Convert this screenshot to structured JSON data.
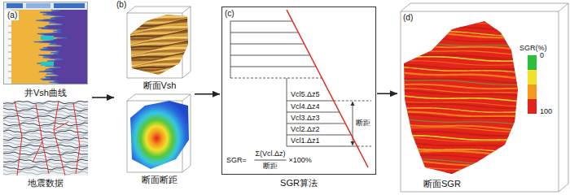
{
  "diagram": {
    "nodes": [
      {
        "text": [
          "(a)"
        ]
      },
      {
        "text": [
          "井Vsh曲线"
        ],
        "in": 0
      },
      {
        "text": [
          "地震数据"
        ],
        "in": 0
      },
      {
        "text": [
          "(b)"
        ]
      },
      {
        "text": [
          "断面Vsh"
        ],
        "in": 3
      },
      {
        "text": [
          "断面断距"
        ],
        "in": 3
      },
      {
        "text": [
          "(c)",
          "SGR算法"
        ]
      },
      {
        "text": [
          "(d)",
          "断面SGR"
        ]
      }
    ],
    "edges": [
      {
        "from": 0,
        "to": 3,
        "arrow": "to"
      },
      {
        "from": 3,
        "to": 6,
        "arrow": "to"
      },
      {
        "from": 6,
        "to": 7,
        "arrow": "to"
      }
    ],
    "labels": [
      "Vcl5.Δz5",
      "Vcl4.Δz4",
      "Vcl3.Δz3",
      "Vcl2.Δz2",
      "Vcl1.Δz1",
      "断距",
      "SGR=",
      "Σ(Vcl.Δz)",
      "断距",
      "×100%",
      "SGR(%)"
    ],
    "legend": [
      {
        "text": "0",
        "color": "#2bbf3a"
      },
      {
        "text": "100",
        "color": "#e3241b"
      }
    ]
  }
}
